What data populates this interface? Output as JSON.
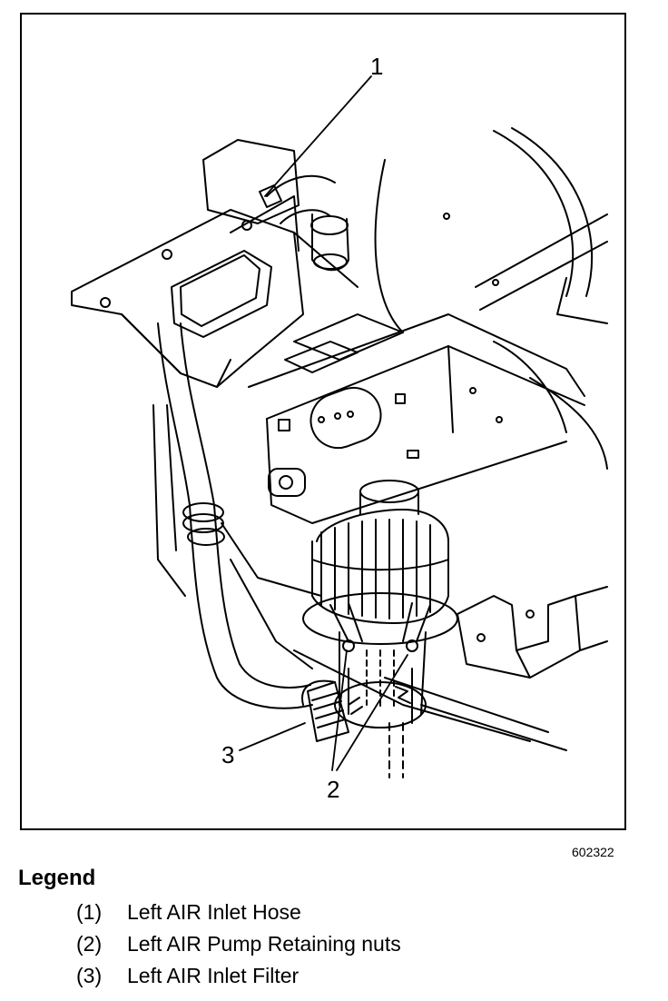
{
  "figure": {
    "figure_id": "602322",
    "callouts": {
      "c1": "1",
      "c2": "2",
      "c3": "3"
    }
  },
  "legend": {
    "title": "Legend",
    "items": [
      {
        "num": "(1)",
        "text": "Left AIR Inlet Hose"
      },
      {
        "num": "(2)",
        "text": "Left AIR Pump Retaining nuts"
      },
      {
        "num": "(3)",
        "text": "Left AIR Inlet Filter"
      }
    ]
  },
  "colors": {
    "ink": "#000000",
    "paper": "#ffffff"
  }
}
